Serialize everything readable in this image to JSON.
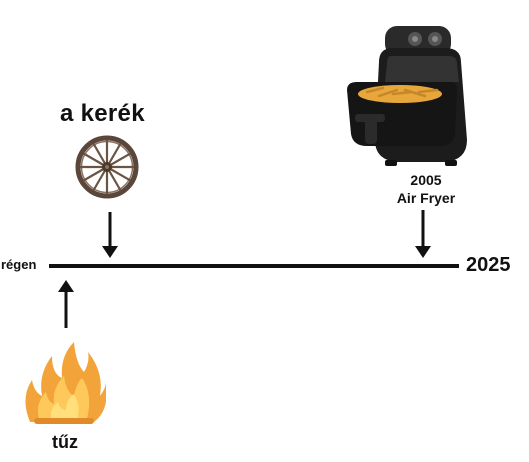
{
  "timeline": {
    "start_label": "régen",
    "end_label": "2025"
  },
  "events": {
    "wheel": {
      "label": "a kerék",
      "icon": "wheel-icon"
    },
    "air_fryer": {
      "year": "2005",
      "label": "Air Fryer",
      "icon": "air-fryer-icon"
    },
    "fire": {
      "label": "tűz",
      "icon": "fire-icon"
    }
  },
  "colors": {
    "line": "#111111",
    "fryer_body": "#1c1c1c",
    "fries": "#e7a73a",
    "fire_outer": "#f2a43b",
    "fire_inner": "#ffe07a",
    "wheel_wood": "#6b5444"
  }
}
